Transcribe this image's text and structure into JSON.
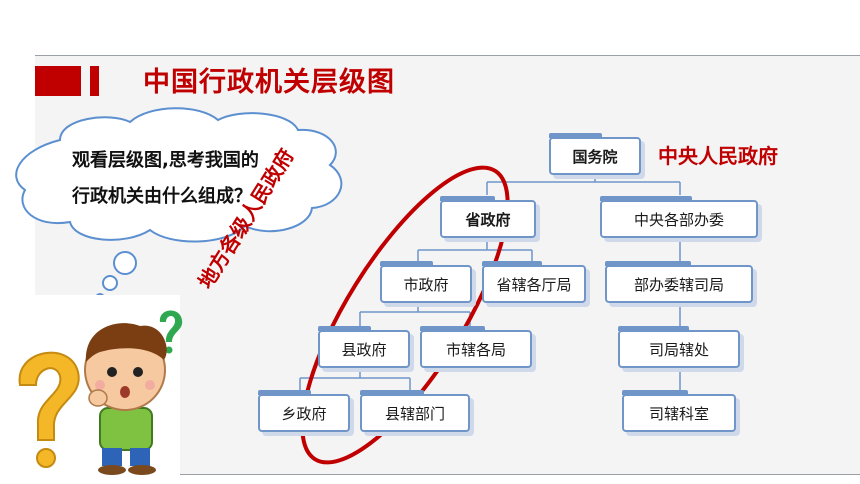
{
  "title": "中国行政机关层级图",
  "question": {
    "line1": "观看层级图,思考我国的",
    "line2": "行政机关由什么组成？"
  },
  "labels": {
    "central": "中央人民政府",
    "local": "地方各级人民政府"
  },
  "nodes": {
    "state_council": "国务院",
    "province": "省政府",
    "city": "市政府",
    "province_depts": "省辖各厅局",
    "county": "县政府",
    "city_depts": "市辖各局",
    "township": "乡政府",
    "county_depts": "县辖部门",
    "ministries": "中央各部办委",
    "ministry_bureaus": "部办委辖司局",
    "bureau_offices": "司局辖处",
    "office_sections": "司辖科室"
  },
  "colors": {
    "accent": "#c00000",
    "node_border": "#6f95c9"
  },
  "icons": {
    "decor": "title-marker-bars",
    "illustration": "thinking-boy-with-question-marks"
  }
}
